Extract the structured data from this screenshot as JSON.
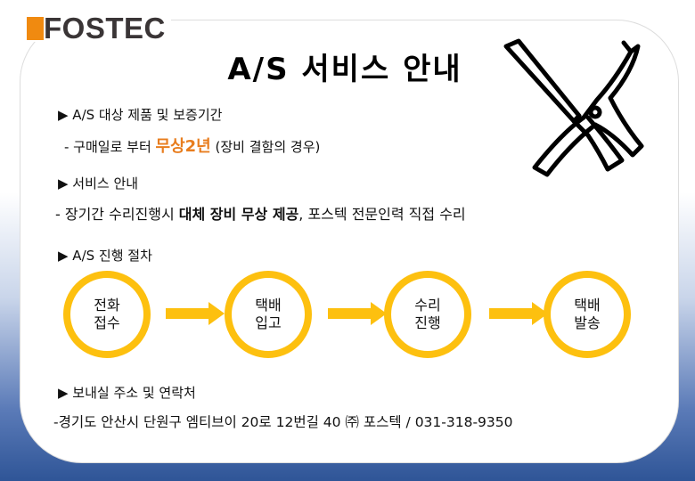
{
  "logo": {
    "text": "FOSTEC"
  },
  "title": "A/S 서비스 안내",
  "sections": {
    "warranty": {
      "heading": "▶  A/S 대상 제품 및 보증기간",
      "prefix": "- 구매일로 부터 ",
      "highlight": "무상2년",
      "suffix": " (장비 결함의 경우)"
    },
    "service": {
      "heading": "▶  서비스 안내",
      "prefix": "- 장기간 수리진행시 ",
      "bold": "대체 장비 무상 제공",
      "suffix": ", 포스텍 전문인력 직접 수리"
    },
    "process": {
      "heading": "▶  A/S 진행 절차",
      "steps": [
        {
          "l1": "전화",
          "l2": "접수"
        },
        {
          "l1": "택배",
          "l2": "입고"
        },
        {
          "l1": "수리",
          "l2": "진행"
        },
        {
          "l1": "택배",
          "l2": "발송"
        }
      ]
    },
    "address": {
      "heading": "▶  보내실 주소 및 연락처",
      "text": "-경기도 안산시 단원구 엠티브이 20로 12번길 40  ㈜ 포스텍   /   031-318-9350"
    }
  },
  "colors": {
    "accent": "#fdc00f",
    "orange": "#e87d1e",
    "logo_orange": "#f08a10",
    "blue": "#2f5597"
  }
}
